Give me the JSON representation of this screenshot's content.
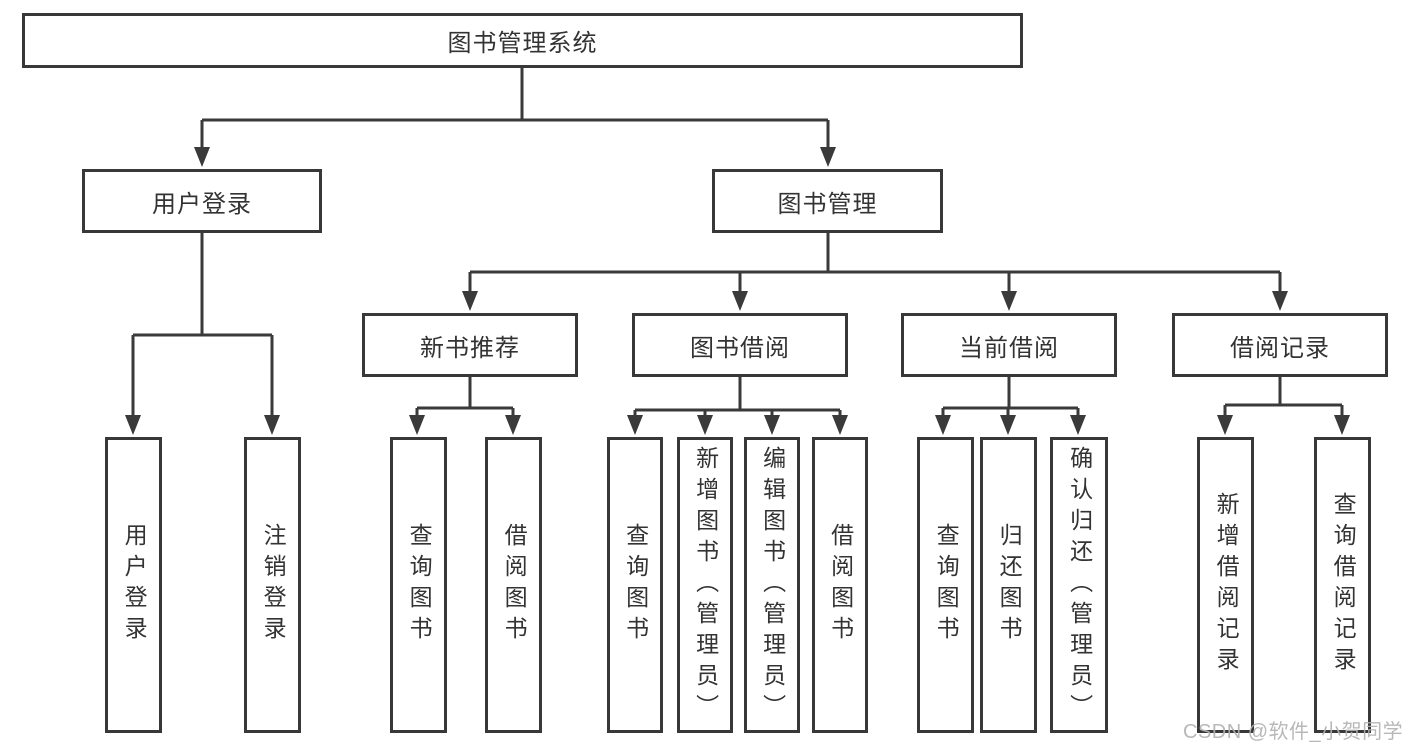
{
  "diagram": {
    "root": {
      "label": "图书管理系统"
    },
    "level2": [
      {
        "id": "user-login",
        "label": "用户登录"
      },
      {
        "id": "book-management",
        "label": "图书管理"
      }
    ],
    "level3": [
      {
        "id": "new-book-recommend",
        "label": "新书推荐"
      },
      {
        "id": "book-borrowing",
        "label": "图书借阅"
      },
      {
        "id": "current-borrowing",
        "label": "当前借阅"
      },
      {
        "id": "borrowing-records",
        "label": "借阅记录"
      }
    ],
    "leaves": [
      {
        "id": "user-login-leaf",
        "label": "用户登录"
      },
      {
        "id": "logout-leaf",
        "label": "注销登录"
      },
      {
        "id": "query-books-1",
        "label": "查询图书"
      },
      {
        "id": "borrow-books-1",
        "label": "借阅图书"
      },
      {
        "id": "query-books-2",
        "label": "查询图书"
      },
      {
        "id": "add-books-admin",
        "label": "新增图书（管理员）"
      },
      {
        "id": "edit-books-admin",
        "label": "编辑图书（管理员）"
      },
      {
        "id": "borrow-books-2",
        "label": "借阅图书"
      },
      {
        "id": "query-books-3",
        "label": "查询图书"
      },
      {
        "id": "return-books",
        "label": "归还图书"
      },
      {
        "id": "confirm-return-admin",
        "label": "确认归还（管理员）"
      },
      {
        "id": "add-borrow-record",
        "label": "新增借阅记录"
      },
      {
        "id": "query-borrow-record",
        "label": "查询借阅记录"
      }
    ],
    "watermark": {
      "text": "CSDN @软件_小贺同学",
      "color": "#b2b2b2"
    },
    "colors": {
      "line": "#3a3a3a",
      "box_border": "#383838",
      "text": "#333333",
      "background": "#ffffff"
    }
  }
}
